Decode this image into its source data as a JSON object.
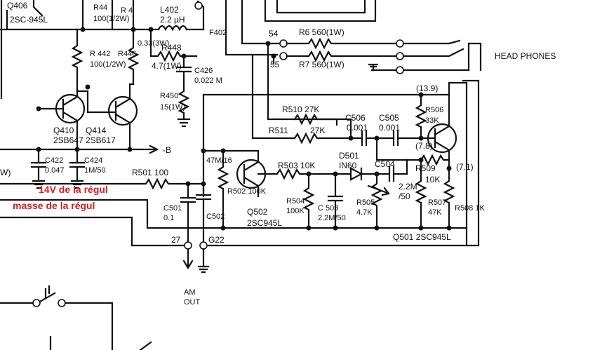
{
  "labels": {
    "q406": "Q406",
    "sc945_top": "2SC-945L",
    "r44": "R44",
    "r44v": "100(1/2W)",
    "r4": "R 4",
    "l402": "L402",
    "l402v": "2.2 µH",
    "f402": "F402",
    "r6": "R6  560(1W)",
    "r7": "R7  560(1W)",
    "n54": "54",
    "n55": "55",
    "headphones": "HEAD PHONES",
    "r442": "R 442",
    "r442v": "100(1/2W)",
    "r446": "R446",
    "r446v": "0.33(3W)",
    "r448": "R448",
    "r448v": "4.7(1W)",
    "c426": "C426",
    "c426v": "0.022 M",
    "r450": "R450",
    "r450v": "15(1W)",
    "v139": "(13.9)",
    "r510": "R510  27K",
    "c506": "C506",
    "c506v": "0.001",
    "c505": "C505",
    "c505v": "0.001",
    "r506": "R506",
    "r506v": "33K",
    "r511": "R511",
    "r511v": "27K",
    "q410": "Q410",
    "q410t": "2SB647",
    "q414": "Q414",
    "q414t": "2SB617",
    "minus_b": "-B",
    "v78": "(7.8)",
    "d501": "D501",
    "d501t": "IN60",
    "c504": "C504",
    "r509": "R509",
    "v71": "(7.1)",
    "w": "W)",
    "c422": "C422",
    "c422v": "0.047",
    "c424": "C424",
    "c424v": "1M/50",
    "r501": "R501  100",
    "c502v": "47M/16",
    "r503": "R503  10K",
    "r502": "R502  100K",
    "r509v": "10K",
    "r505": "R505",
    "r505v": "4.7K",
    "c503": "C 503",
    "c503v": "2.2M/50",
    "r504": "R504",
    "r504v": "100K",
    "pot": "2.2M",
    "pot2": "/50",
    "r507": "R507",
    "r507v": "47K",
    "r508": "R508  1K",
    "c501": "C501",
    "c501v": "0.1",
    "c502": "C502",
    "q502": "Q502",
    "q502t": "2SC945L",
    "q501": "Q501  2SC945L",
    "n27": "27",
    "g22": "G22",
    "am": "AM",
    "out": "OUT"
  },
  "annotations": {
    "regul_14v": "14V de la régul",
    "regul_ground": "masse de la régul"
  },
  "colors": {
    "ink": "#111111",
    "annotation": "#d21f1f"
  }
}
